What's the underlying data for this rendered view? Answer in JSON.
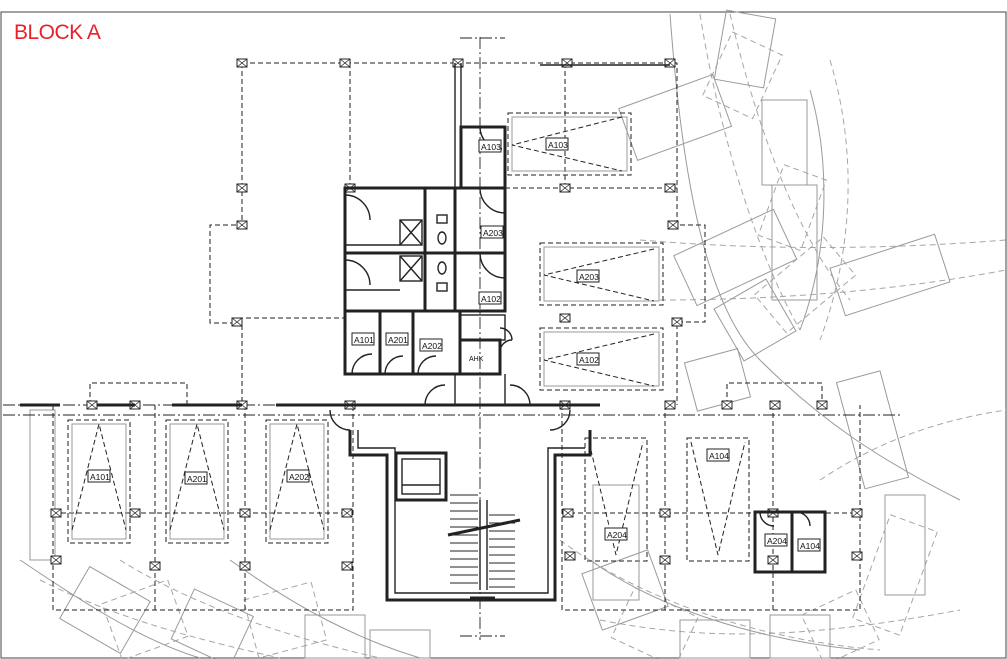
{
  "title": "BLOCK A",
  "title_color": "#e8212b",
  "room_labels": {
    "a101_unit": "A101",
    "a201_unit": "A201",
    "a202_unit": "A202",
    "a103_core": "A103",
    "a203_core": "A203",
    "a102_core": "A102",
    "ahk": "AHK"
  },
  "parking_labels": {
    "a103": "A103",
    "a203": "A203",
    "a102": "A102",
    "a101": "A101",
    "a201": "A201",
    "a202": "A202",
    "a204": "A204",
    "a104": "A104"
  },
  "storage_labels": {
    "a204": "A204",
    "a104": "A104"
  }
}
